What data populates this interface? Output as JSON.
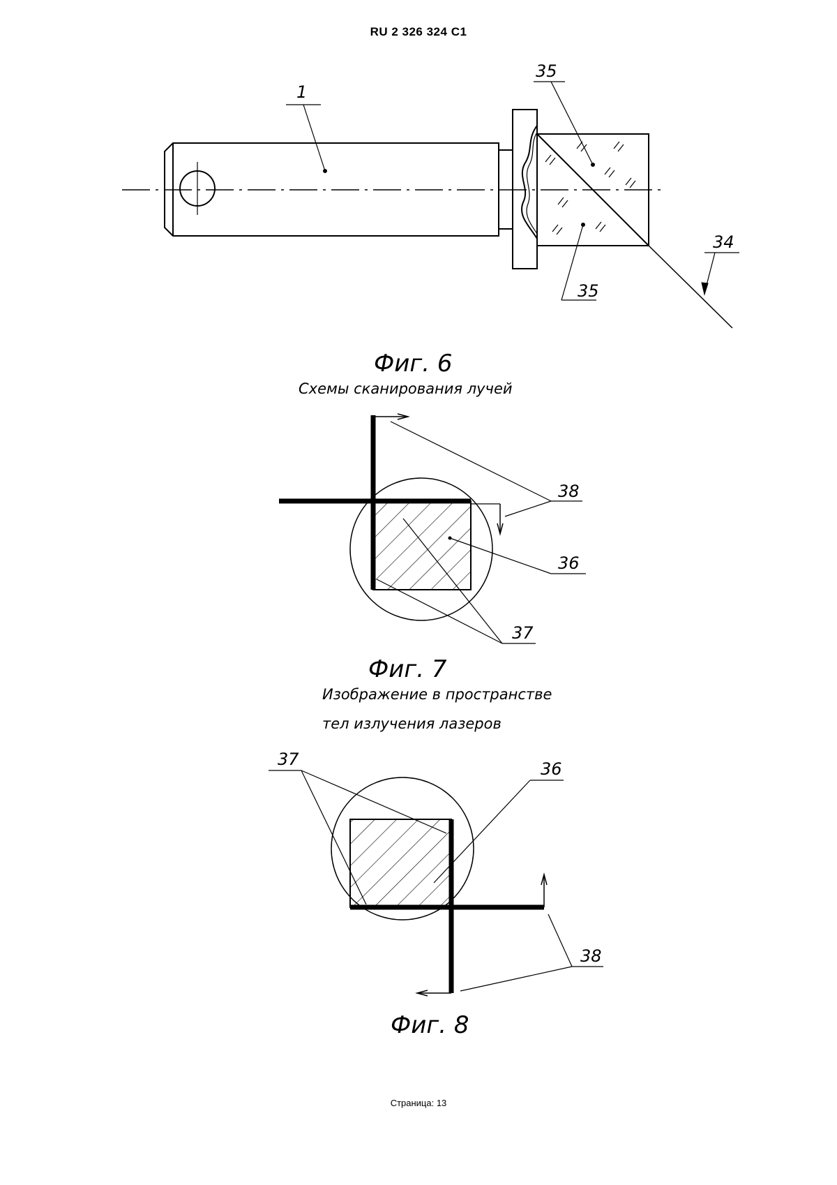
{
  "header": {
    "patent_number": "RU   2 326 324   C1"
  },
  "figures": [
    {
      "title": "Фиг. 6",
      "labels": [
        "1",
        "35",
        "35",
        "34"
      ]
    },
    {
      "title": "Фиг. 7",
      "caption_above": "Схемы сканирования лучей",
      "caption_below": [
        "Изображение в пространстве",
        "тел излучения лазеров"
      ],
      "labels": [
        "38",
        "36",
        "37"
      ]
    },
    {
      "title": "Фиг. 8",
      "labels": [
        "37",
        "36",
        "38"
      ]
    }
  ],
  "footer": {
    "page_label": "Страница: 13"
  }
}
